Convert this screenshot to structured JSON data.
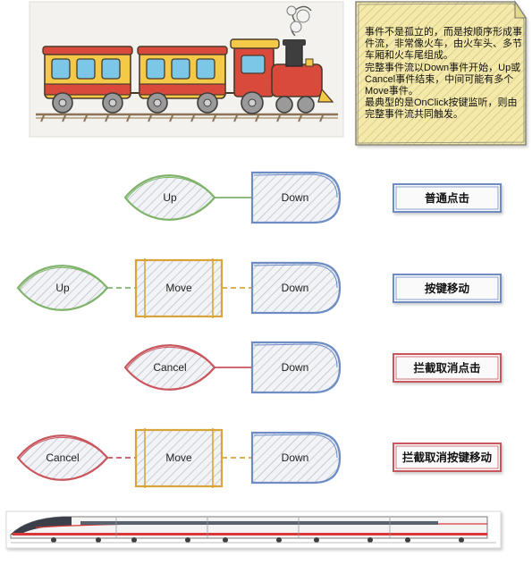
{
  "note": {
    "lines": [
      "事件不是孤立的，而是按顺序形成事件流，非常像火车，由火车头、多节车厢和火车尾组成。",
      "完整事件流以Down事件开始，Up或Cancel事件结束，中间可能有多个Move事件。",
      "最典型的是OnClick按键监听，则由完整事件流共同触发。"
    ]
  },
  "rows": [
    {
      "start": "Up",
      "move": "",
      "end": "Down",
      "tag": "普通点击",
      "tone": "green"
    },
    {
      "start": "Up",
      "move": "Move",
      "end": "Down",
      "tag": "按键移动",
      "tone": "green"
    },
    {
      "start": "Cancel",
      "move": "",
      "end": "Down",
      "tag": "拦截取消点击",
      "tone": "red"
    },
    {
      "start": "Cancel",
      "move": "Move",
      "end": "Down",
      "tag": "拦截取消按键移动",
      "tone": "red"
    }
  ],
  "colors": {
    "green": "#7fb36a",
    "red": "#c9555d",
    "blue": "#6d8cc4",
    "gold": "#d9a53a",
    "hatch": "#b5b9c4",
    "note_bg": "#f4e9a8"
  },
  "icons": {
    "cartoon": "cartoon-steam-train-icon",
    "highspeed": "high-speed-train-icon"
  }
}
